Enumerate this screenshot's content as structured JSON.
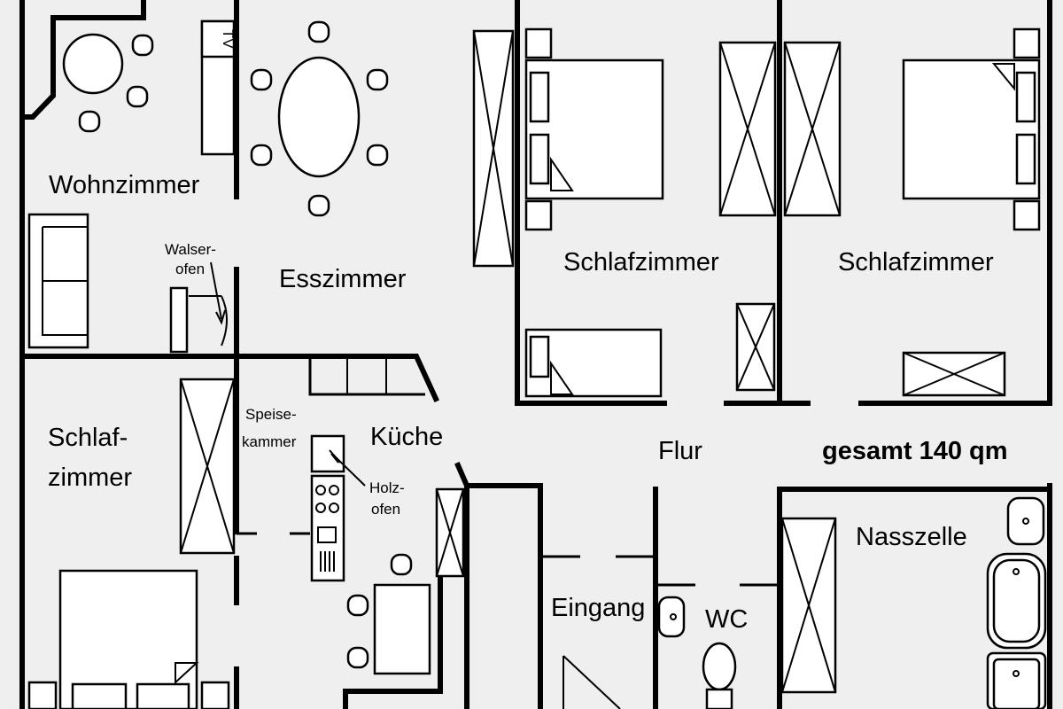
{
  "rooms": {
    "wohnzimmer": "Wohnzimmer",
    "esszimmer": "Esszimmer",
    "schlafzimmer_1": "Schlafzimmer",
    "schlafzimmer_2": "Schlafzimmer",
    "schlafzimmer_3_line1": "Schlaf-",
    "schlafzimmer_3_line2": "zimmer",
    "speisekammer_line1": "Speise-",
    "speisekammer_line2": "kammer",
    "kueche": "Küche",
    "flur": "Flur",
    "eingang": "Eingang",
    "wc": "WC",
    "nasszelle": "Nasszelle"
  },
  "fixtures": {
    "tv": "TV",
    "walserofen_line1": "Walser-",
    "walserofen_line2": "ofen",
    "holzofen_line1": "Holz-",
    "holzofen_line2": "ofen"
  },
  "total_area": "gesamt 140 qm"
}
